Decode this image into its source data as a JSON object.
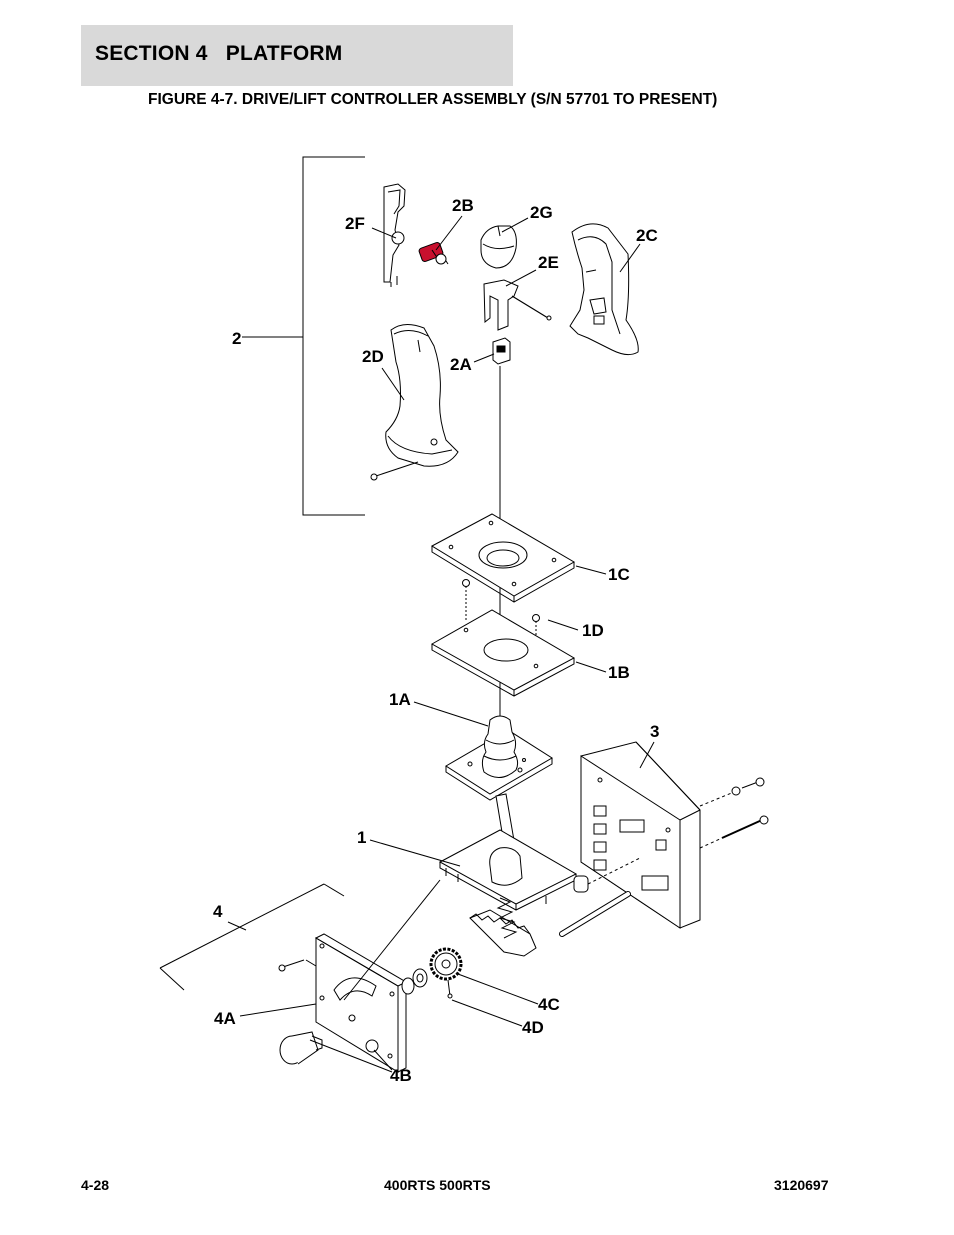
{
  "header": {
    "section_title": "SECTION 4   PLATFORM",
    "figure_title": "FIGURE 4-7. DRIVE/LIFT CONTROLLER ASSEMBLY (S/N 57701 TO PRESENT)"
  },
  "callouts": {
    "c2": "2",
    "c2f": "2F",
    "c2b": "2B",
    "c2g": "2G",
    "c2c": "2C",
    "c2e": "2E",
    "c2d": "2D",
    "c2a": "2A",
    "c1c": "1C",
    "c1d": "1D",
    "c1b": "1B",
    "c1a": "1A",
    "c3": "3",
    "c1": "1",
    "c4": "4",
    "c4c": "4C",
    "c4a": "4A",
    "c4d": "4D",
    "c4b": "4B"
  },
  "colors": {
    "line": "#000000",
    "section_bar": "#d9d9d9",
    "spring_accent": "#c8102e"
  },
  "footer": {
    "page_number": "4-28",
    "model": "400RTS 500RTS",
    "doc_number": "3120697"
  }
}
